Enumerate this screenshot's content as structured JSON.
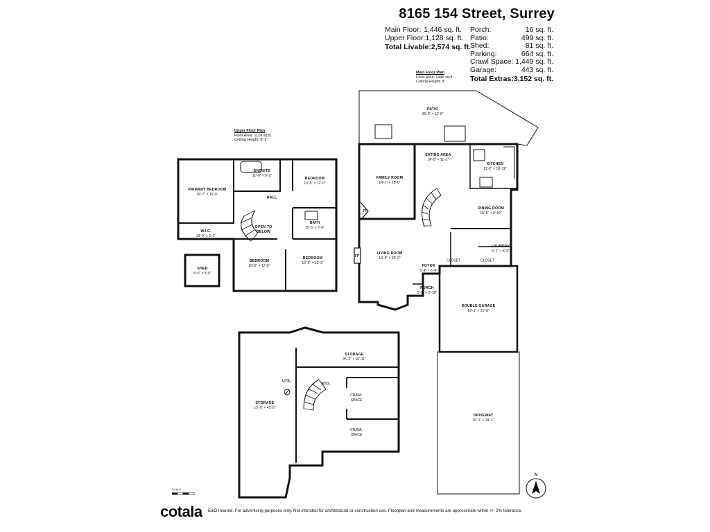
{
  "title": "8165 154 Street, Surrey",
  "areas_left": [
    {
      "label": "Main Floor:",
      "value": "1,446 sq. ft."
    },
    {
      "label": "Upper Floor:",
      "value": "1,128 sq. ft."
    }
  ],
  "total_livable": {
    "label": "Total Livable:",
    "value": "2,574 sq. ft."
  },
  "areas_right": [
    {
      "label": "Porch:",
      "value": "16 sq. ft."
    },
    {
      "label": "Patio:",
      "value": "499 sq. ft."
    },
    {
      "label": "Shed:",
      "value": "81 sq. ft."
    },
    {
      "label": "Parking:",
      "value": "664 sq. ft."
    },
    {
      "label": "Crawl Space:",
      "value": "1,449 sq. ft."
    },
    {
      "label": "Garage:",
      "value": "443 sq. ft."
    }
  ],
  "total_extras": {
    "label": "Total Extras:",
    "value": "3,152 sq. ft."
  },
  "main_plan": {
    "title": "Main Floor Plan",
    "area": "Floor Area: 1446 sq.ft.",
    "ceiling": "Ceiling Height: 8'"
  },
  "upper_plan": {
    "title": "Upper Floor Plan",
    "area": "Floor Area: 1128 sq.ft.",
    "ceiling": "Ceiling Height: 8'-1\""
  },
  "rooms": {
    "patio": {
      "name": "PATIO",
      "dims": "36'-9\" × 11'-6\""
    },
    "eating": {
      "name": "EATING AREA",
      "dims": "14'-0\" × 11'-1\""
    },
    "kitchen": {
      "name": "KITCHEN",
      "dims": "11'-2\" × 10'-11\""
    },
    "family": {
      "name": "FAMILY ROOM",
      "dims": "14'-1\" × 18'-0\""
    },
    "dining": {
      "name": "DINING ROOM",
      "dims": "15'-5\" × 9'-10\""
    },
    "living": {
      "name": "LIVING ROOM",
      "dims": "13'-9\" × 23'-0\""
    },
    "laundry": {
      "name": "LAUNDRY",
      "dims": "9'-1\" × 8'-9\""
    },
    "foyer": {
      "name": "FOYER",
      "dims": "5'-9\" × 6'-4\""
    },
    "porch": {
      "name": "PORCH",
      "dims": "5'-6\" × 2'-10\""
    },
    "garage": {
      "name": "DOUBLE GARAGE",
      "dims": "19'-1\" × 21'-8\""
    },
    "driveway": {
      "name": "DRIVEWAY",
      "dims": "20'-1\" × 33'-1\""
    },
    "primary": {
      "name": "PRIMARY BEDROOM",
      "dims": "16'-7\" × 16'-0\""
    },
    "ensuite": {
      "name": "ENSUITE",
      "dims": "11'-0\" × 9'-2\""
    },
    "bed_ur": {
      "name": "BEDROOM",
      "dims": "10'-5\" × 12'-0\""
    },
    "hall": {
      "name": "HALL",
      "dims": ""
    },
    "open_below": {
      "name": "OPEN TO BELOW",
      "dims": ""
    },
    "bath": {
      "name": "BATH",
      "dims": "10'-5\" × 7'-6\""
    },
    "wic": {
      "name": "W.I.C.",
      "dims": "13'-9\" × 5'-2\""
    },
    "bed_ll": {
      "name": "BEDROOM",
      "dims": "10'-6\" × 12'-6\""
    },
    "bed_lr": {
      "name": "BEDROOM",
      "dims": "12'-0\" × 10'-3\""
    },
    "shed": {
      "name": "SHED",
      "dims": "8'-0\" × 8'-0\""
    },
    "storage_top": {
      "name": "STORAGE",
      "dims": "25'-2\" × 10'-11\""
    },
    "storage_left": {
      "name": "STORAGE",
      "dims": "13'-9\" × 41'-5\""
    },
    "util": {
      "name": "UTIL.",
      "dims": ""
    },
    "sto": {
      "name": "STO.",
      "dims": ""
    },
    "crawl1": {
      "name": "CRAWL SPACE",
      "dims": ""
    },
    "crawl2": {
      "name": "CRAWL SPACE",
      "dims": ""
    }
  },
  "closet_label": "CLOSET",
  "fp_label": "FP",
  "compass": "N",
  "scale_label": "SCALE",
  "logo": "cotala",
  "disclaimer": "E&O Insured. For advertising purposes only. Not intended for architectural or construction use. Floorplan and measurements are approximate within +/- 2% tolerance."
}
